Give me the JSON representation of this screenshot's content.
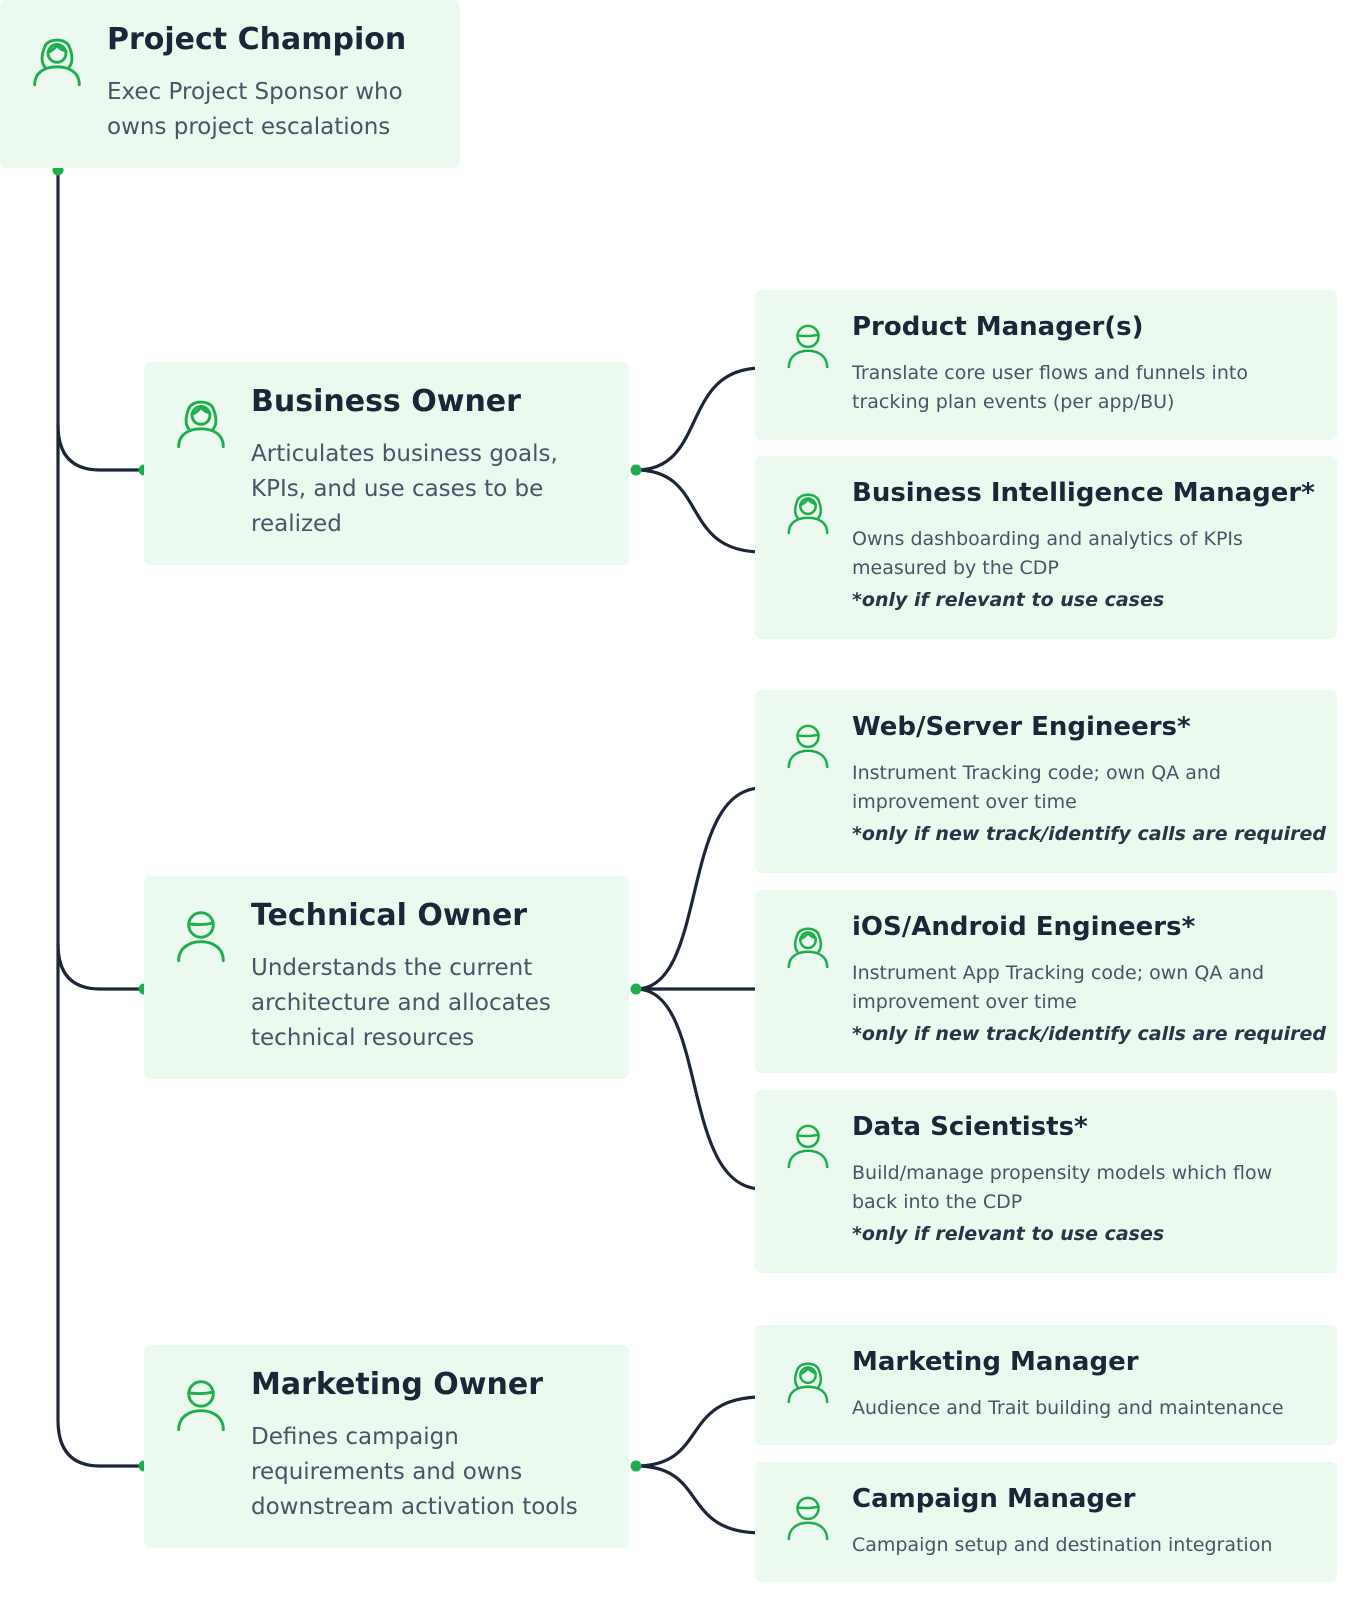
{
  "colors": {
    "card_bg": "#ecf9ef",
    "accent_green": "#1fae4e",
    "line": "#1b2638"
  },
  "champion": {
    "title": "Project Champion",
    "desc": "Exec Project Sponsor who owns project escalations",
    "icon": "person-female-icon"
  },
  "owners": [
    {
      "title": "Business Owner",
      "desc": "Articulates business goals, KPIs, and use cases to be realized",
      "icon": "person-female-icon",
      "roles": [
        {
          "title": "Product Manager(s)",
          "desc": "Translate core user flows and funnels into tracking plan events (per app/BU)",
          "note": "",
          "icon": "person-male-icon"
        },
        {
          "title": "Business Intelligence Manager*",
          "desc": "Owns dashboarding and analytics of KPIs measured by the CDP",
          "note": "*only if relevant to use cases",
          "icon": "person-female-icon"
        }
      ]
    },
    {
      "title": "Technical Owner",
      "desc": "Understands the current architecture and allocates technical resources",
      "icon": "person-male-icon",
      "roles": [
        {
          "title": "Web/Server Engineers*",
          "desc": "Instrument Tracking code; own QA and improvement over time",
          "note": "*only if new track/identify calls are required",
          "icon": "person-male-icon"
        },
        {
          "title": "iOS/Android Engineers*",
          "desc": "Instrument App Tracking code; own QA and improvement over time",
          "note": "*only if new track/identify calls are required",
          "icon": "person-female-icon"
        },
        {
          "title": "Data Scientists*",
          "desc": "Build/manage propensity models which flow back into the CDP",
          "note": "*only if relevant to use cases",
          "icon": "person-male-icon"
        }
      ]
    },
    {
      "title": "Marketing Owner",
      "desc": "Defines campaign requirements and owns downstream activation tools",
      "icon": "person-male-icon",
      "roles": [
        {
          "title": "Marketing Manager",
          "desc": "Audience and Trait building and maintenance",
          "note": "",
          "icon": "person-female-icon"
        },
        {
          "title": "Campaign Manager",
          "desc": "Campaign setup and destination integration",
          "note": "",
          "icon": "person-male-icon"
        }
      ]
    }
  ]
}
